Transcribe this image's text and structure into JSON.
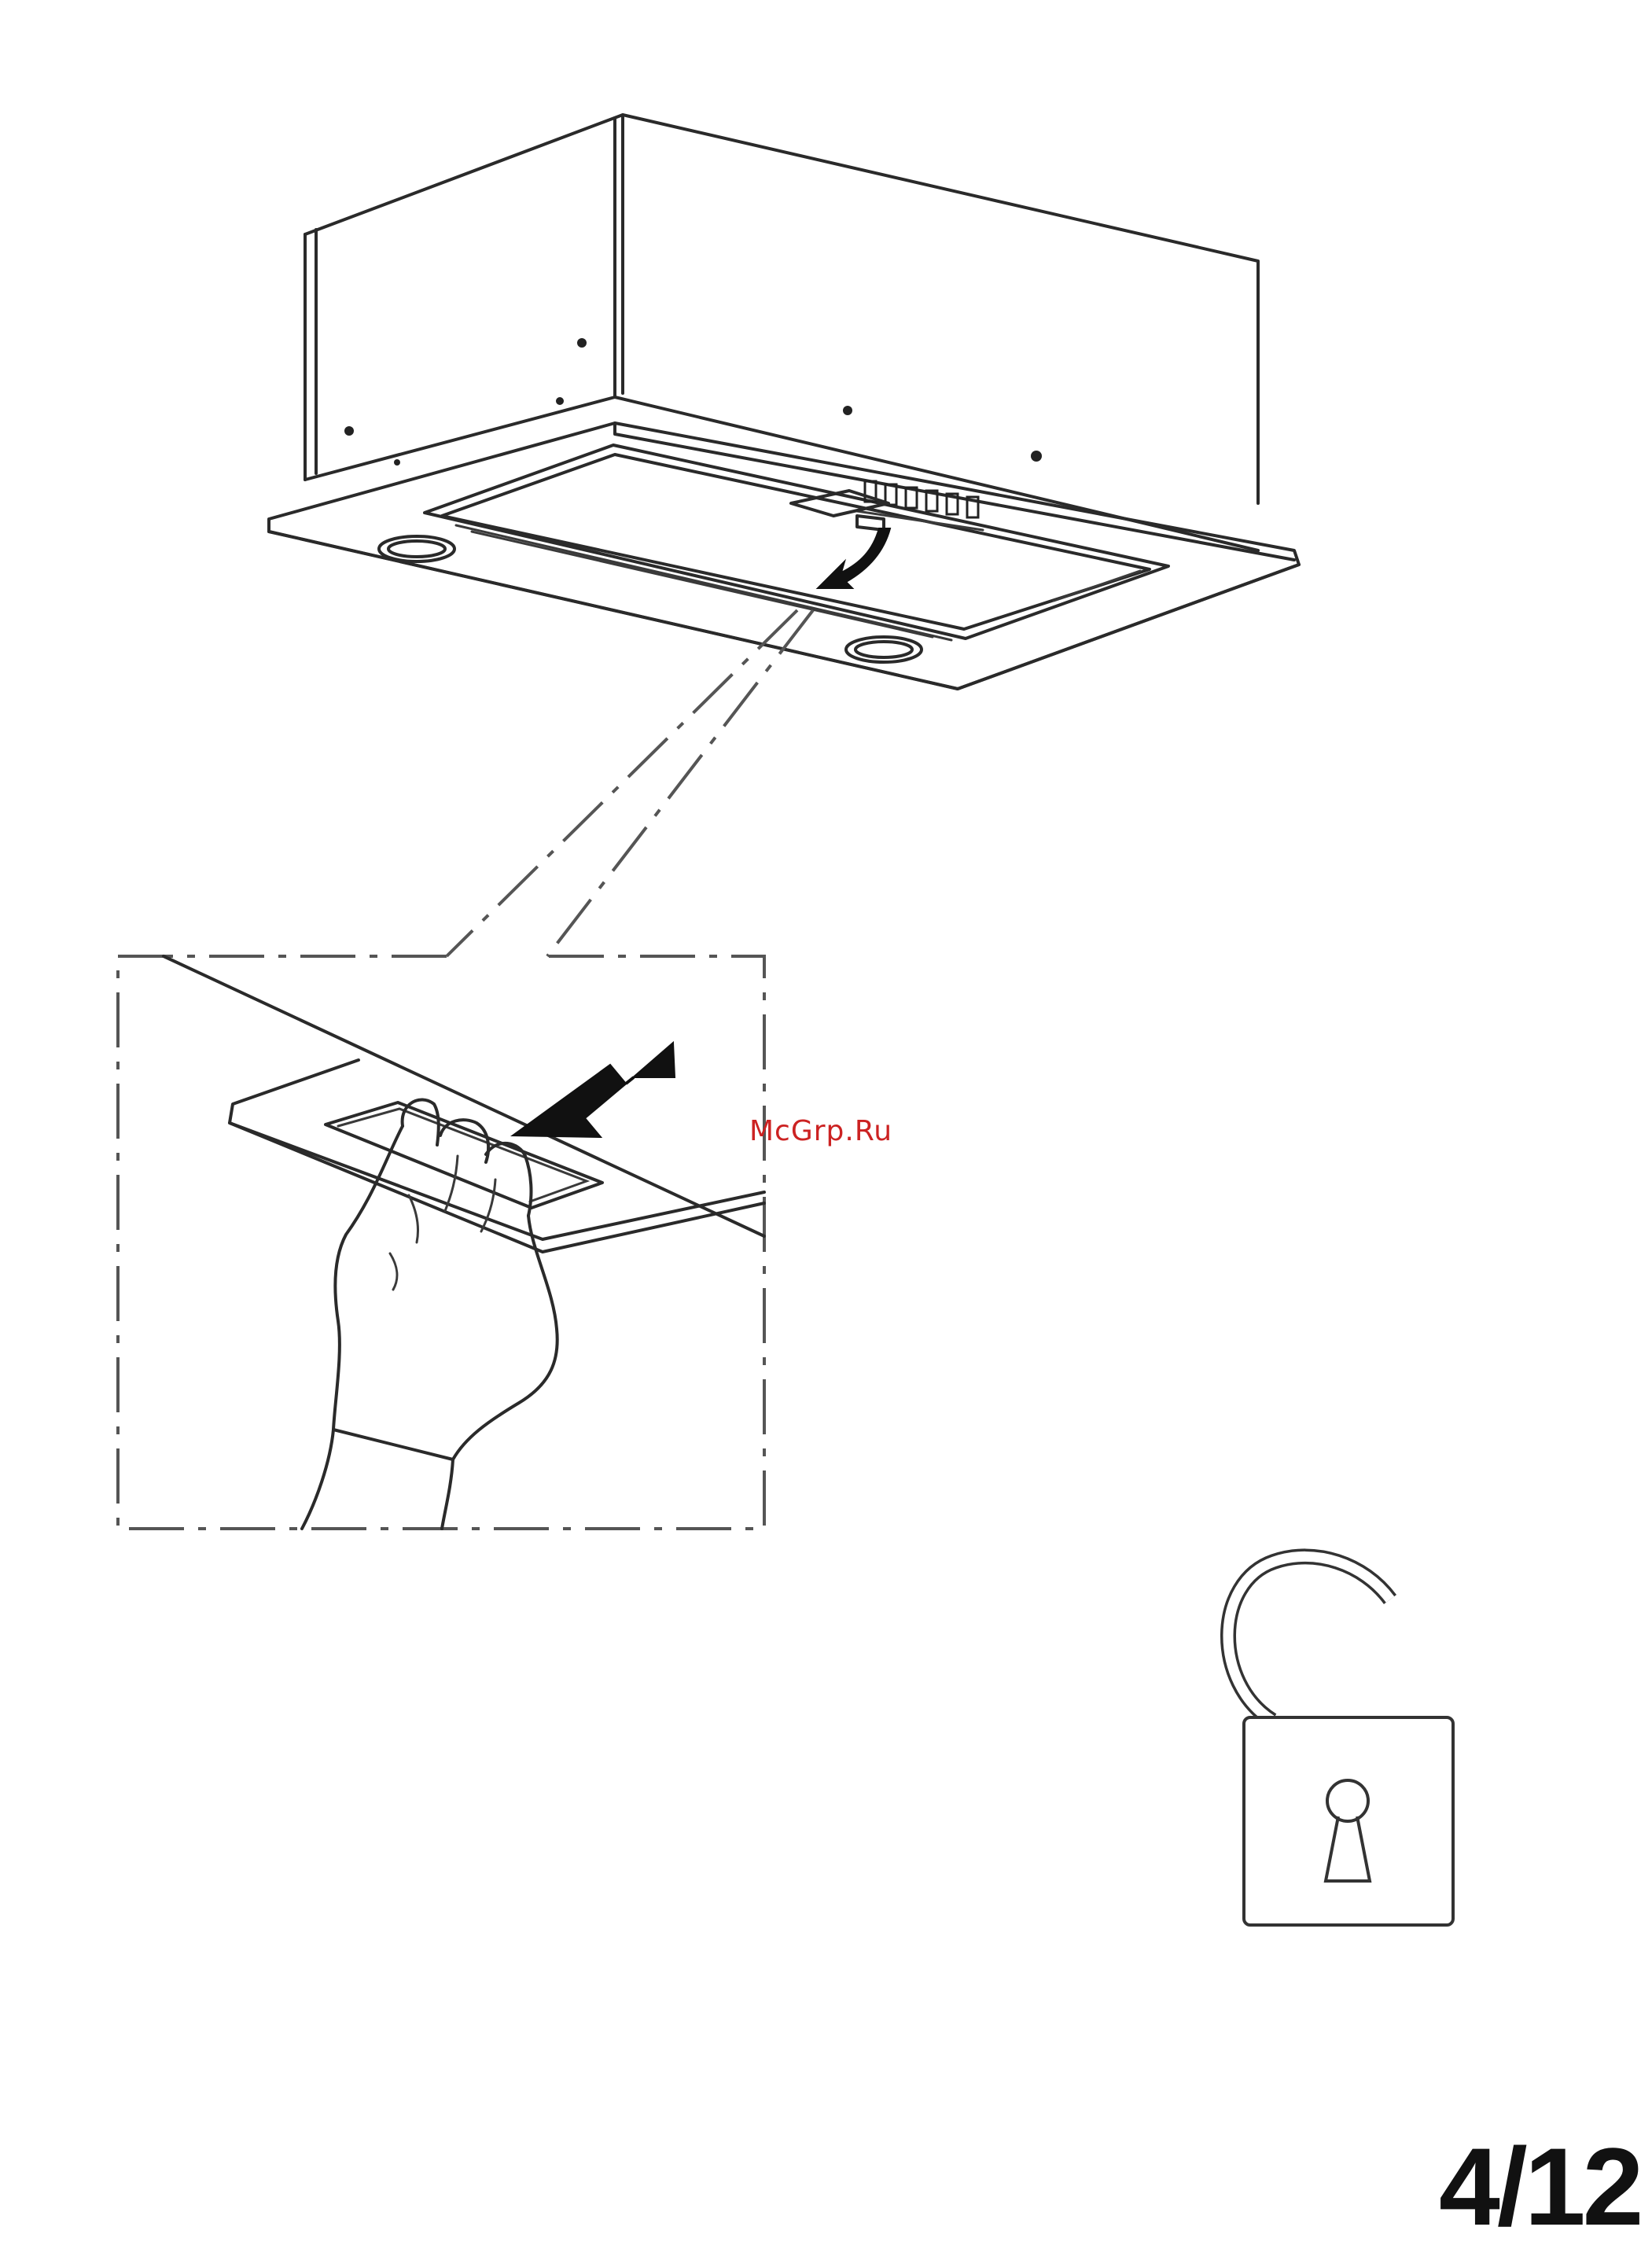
{
  "watermark": "McGrp.Ru",
  "page_number": "4/12",
  "icons": [
    "range-hood-illustration",
    "hand-release-filter-icon",
    "push-arrow-icon",
    "rotate-arrow-icon",
    "unlock-icon"
  ],
  "colors": {
    "line": "#2a2a2a",
    "watermark": "#cc2222",
    "background": "#ffffff"
  }
}
